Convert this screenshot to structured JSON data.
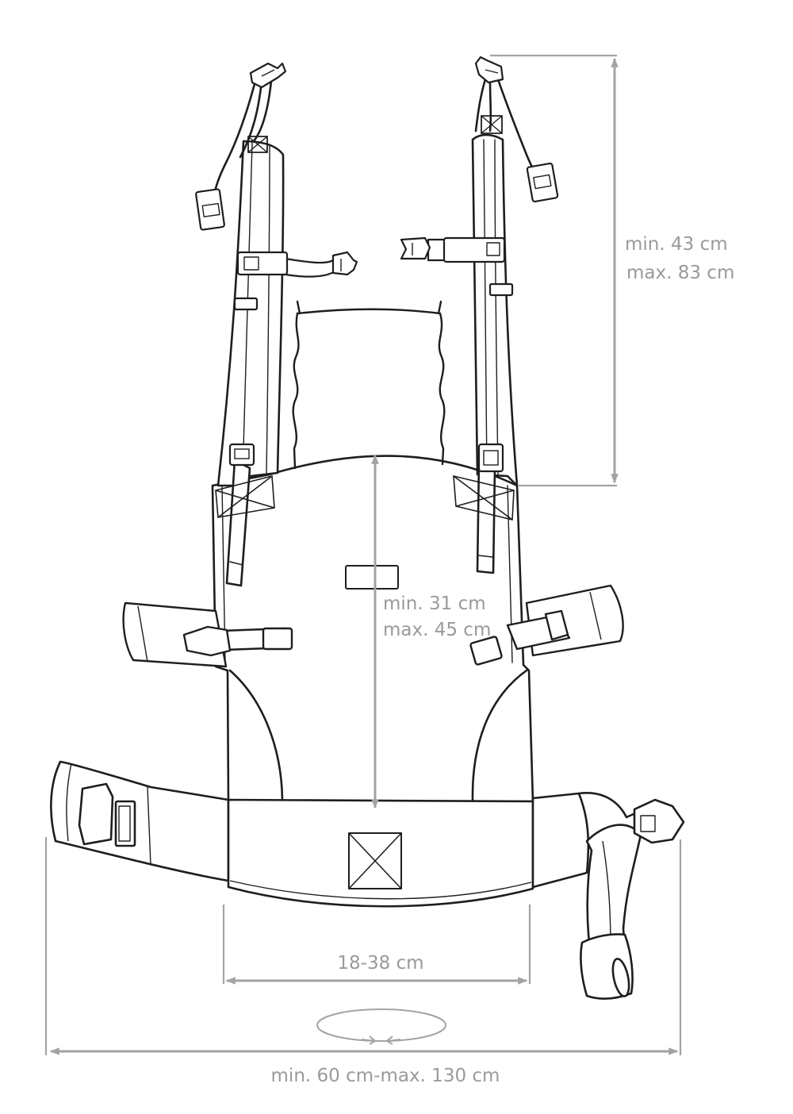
{
  "colors": {
    "outline": "#1e1e1e",
    "dimension": "#a3a3a3",
    "label": "#9a9a9a",
    "background": "#ffffff"
  },
  "dimensions": {
    "shoulder_strap": {
      "min": "min. 43 cm",
      "max": "max. 83 cm"
    },
    "back_panel": {
      "min": "min. 31 cm",
      "max": "max. 45 cm"
    },
    "panel_width": "18-38 cm",
    "waist_belt": "min. 60 cm-max. 130 cm"
  },
  "icons": [
    "buckle-icon",
    "slider-buckle-icon",
    "rotate-arrows-icon"
  ]
}
